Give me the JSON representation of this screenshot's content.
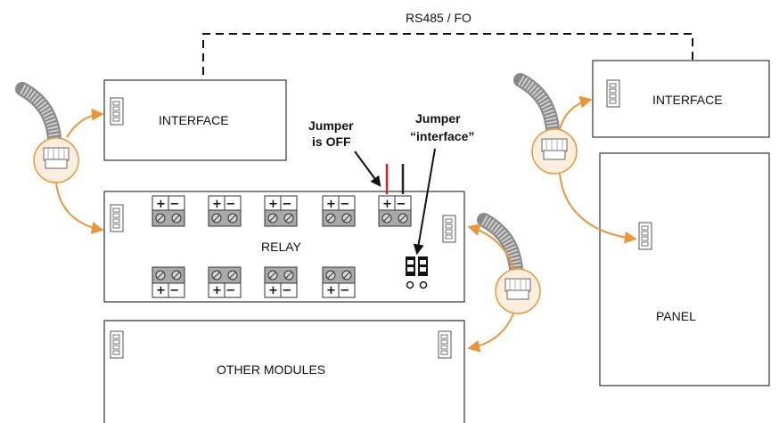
{
  "link_label": "RS485 / FO",
  "modules": {
    "interface_left": "INTERFACE",
    "interface_right": "INTERFACE",
    "relay": "RELAY",
    "panel": "PANEL",
    "other_modules": "OTHER MODULES"
  },
  "notes": {
    "jumper_off": [
      "Jumper",
      "is OFF"
    ],
    "jumper_interface": [
      "Jumper",
      "“interface”"
    ]
  },
  "terminal_sign": "+ −",
  "colors": {
    "arrow": "#e8963c",
    "cable_connector_fill": "#fdeedd",
    "terminal_fill": "#a9a9a9",
    "jumper_red": "#e02020"
  }
}
